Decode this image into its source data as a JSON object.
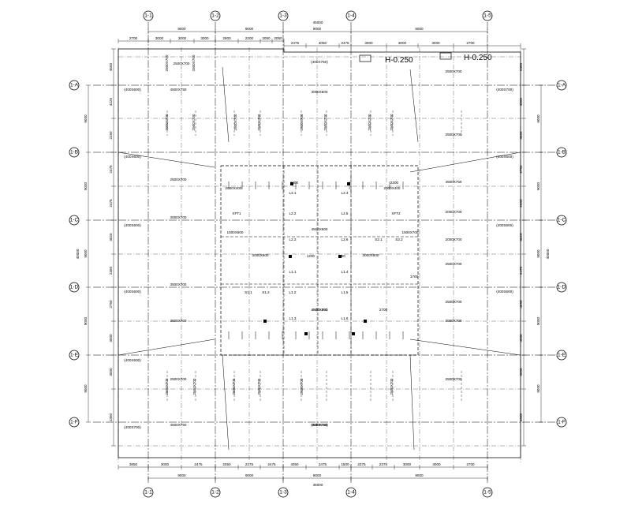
{
  "axes": {
    "x_labels": [
      "1-1",
      "1-2",
      "1-3",
      "1-4",
      "1-5"
    ],
    "y_labels": [
      "1-A",
      "1-B",
      "1-C",
      "1-D",
      "1-E",
      "1-F"
    ]
  },
  "legend": [
    {
      "label": "H-0.250"
    },
    {
      "label": "H-0.250"
    }
  ],
  "overall_dims": {
    "top": "45000",
    "bottom": "45000",
    "left": "40000",
    "right": "40000"
  },
  "top_bays": [
    "9000",
    "9000",
    "9000",
    "9000",
    "9000"
  ],
  "bottom_bays": [
    "9000",
    "9000",
    "9000",
    "9000",
    "9000"
  ],
  "top_sub": [
    "2700",
    "3000",
    "3000",
    "3000",
    "2800",
    "2200",
    "2050",
    "2050"
  ],
  "top_sub2": [
    "2475",
    "4050",
    "2475",
    "3000",
    "3000",
    "3000",
    "2700"
  ],
  "bottom_sub": [
    "3850",
    "3000",
    "2475",
    "2050",
    "2475",
    "2475",
    "4050",
    "2475",
    "1500",
    "2375",
    "2375",
    "3000",
    "3000",
    "2700"
  ],
  "left_bays": [
    "9000",
    "9000",
    "9000",
    "9000",
    "9000"
  ],
  "right_bays": [
    "9000",
    "9000",
    "9000",
    "9000",
    "9000"
  ],
  "left_sub": [
    "4500",
    "4225",
    "2250",
    "2475",
    "2475",
    "3025",
    "2350",
    "2750",
    "3000",
    "3000",
    "2350"
  ],
  "right_sub": [
    "2350",
    "3000",
    "3000",
    "2750",
    "2350",
    "3025",
    "2475",
    "4550",
    "4500",
    "3000",
    "4500"
  ],
  "beam_labels_h": [
    "2500X700",
    "4500X750",
    "2500X700",
    "3000X700",
    "3500X700",
    "3500X700",
    "2500X700",
    "4500X750",
    "3000X800",
    "2500X700",
    "2500X700",
    "4500X750",
    "2000X700",
    "2000X700",
    "2500X700",
    "2500X700",
    "3000X700",
    "2500X700",
    "4500X750",
    "4500X750"
  ],
  "beam_labels_v": [
    "2500X700",
    "2500X700",
    "3000X700",
    "2500X700",
    "2500X700",
    "2500X700",
    "2500X700",
    "2500X700",
    "2500X700",
    "2500X700",
    "2500X700",
    "2500X700",
    "2500X700",
    "2500X700",
    "2500X700",
    "2500X700"
  ],
  "col_labels": [
    "(400X600)",
    "(400X600)",
    "(400X600)",
    "(400X600)",
    "(400X600)",
    "(400X700)",
    "(400X750)",
    "(400X750)",
    "(400X700)",
    "(400X600)",
    "(400X600)",
    "(400X600)"
  ],
  "core_labels": [
    "L2.1",
    "L2.2",
    "L2.3",
    "L2.4",
    "L2.5",
    "L2.6",
    "L1.1",
    "L1.2",
    "L1.3",
    "L1.4",
    "L1.5",
    "L1.6",
    "S1.1",
    "S1.2",
    "S2.1",
    "S2.2",
    "XFT1",
    "XFT2",
    "2000X400",
    "2000X400",
    "4500X600",
    "4500X800",
    "3000X600",
    "3000X600",
    "1500X600",
    "1500X700",
    "450",
    "1200",
    "1300",
    "2300",
    "2700",
    "1700"
  ]
}
